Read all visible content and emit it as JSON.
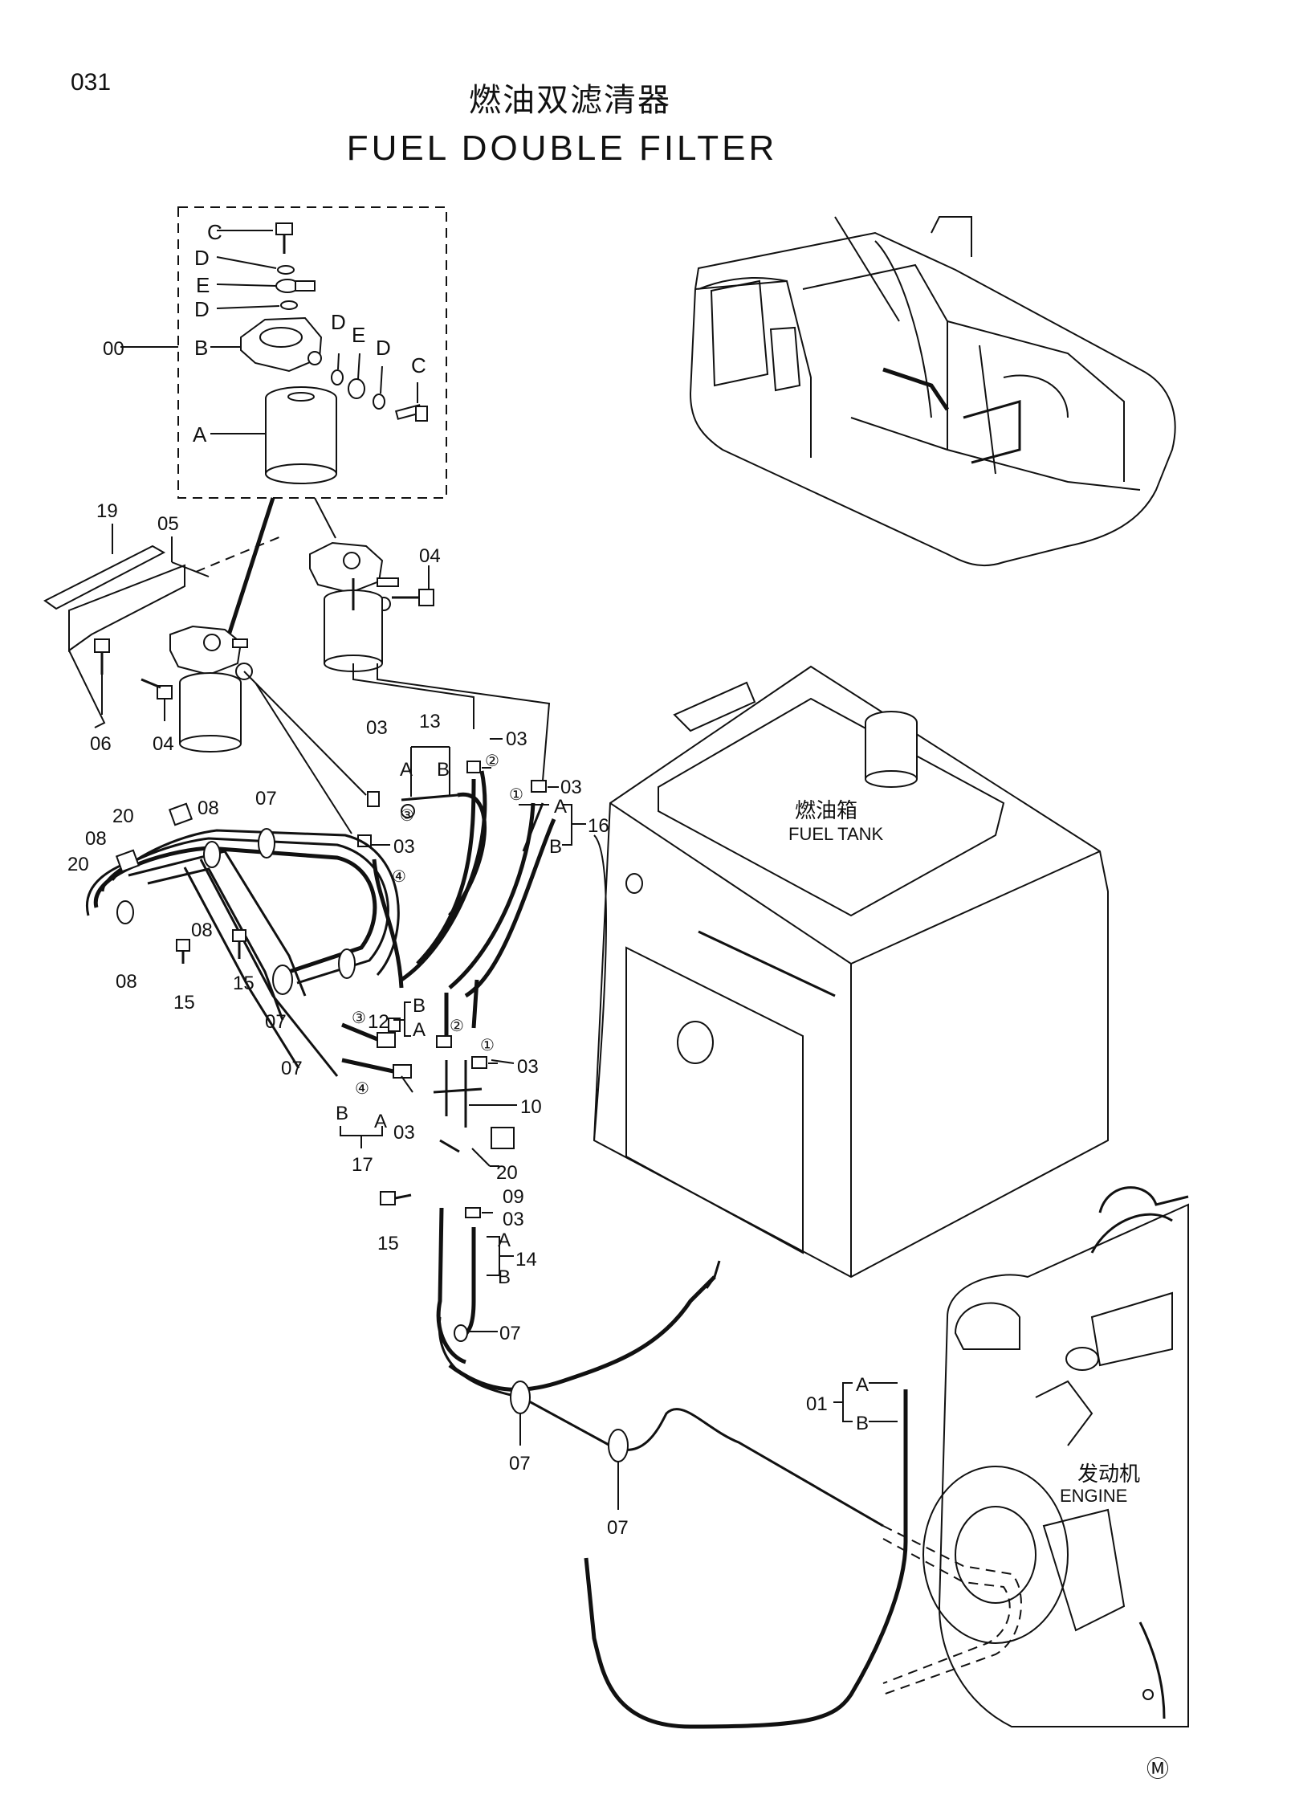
{
  "page_number": "031",
  "title_cn": "燃油双滤清器",
  "title_en": "FUEL DOUBLE FILTER",
  "kit_labels": {
    "kit": "00",
    "c1": "C",
    "d1": "D",
    "e1": "E",
    "d2": "D",
    "b": "B",
    "a": "A",
    "d3": "D",
    "e2": "E",
    "d4": "D",
    "c2": "C"
  },
  "part_labels": {
    "p19": "19",
    "p05": "05",
    "p04a": "04",
    "p06": "06",
    "p04b": "04",
    "p03a": "03",
    "p13": "13",
    "p13a": "A",
    "p13b": "B",
    "p03b": "03",
    "p03c": "03",
    "p16": "16",
    "p16a": "A",
    "p16b": "B",
    "p20a": "20",
    "p08a": "08",
    "p07a": "07",
    "p08b": "08",
    "p20b": "20",
    "p08c": "08",
    "p08d": "08",
    "p15a": "15",
    "p15b": "15",
    "p03d": "03",
    "p07b": "07",
    "p07c": "07",
    "p12": "12",
    "p12b": "B",
    "p12a": "A",
    "p03e": "03",
    "p10": "10",
    "p03f": "03",
    "p17": "17",
    "p17b": "B",
    "p17a": "A",
    "p20c": "20",
    "p09": "09",
    "p03g": "03",
    "p15c": "15",
    "p14": "14",
    "p14a": "A",
    "p14b": "B",
    "p07d": "07",
    "p07e": "07",
    "p07f": "07",
    "p01": "01",
    "p01a": "A",
    "p01b": "B"
  },
  "circled": {
    "c1": "①",
    "c2": "②",
    "c3": "③",
    "c4": "④"
  },
  "component_labels": {
    "fuel_tank_cn": "燃油箱",
    "fuel_tank_en": "FUEL TANK",
    "engine_cn": "发动机",
    "engine_en": "ENGINE"
  },
  "footer_mark": "Ⓜ"
}
